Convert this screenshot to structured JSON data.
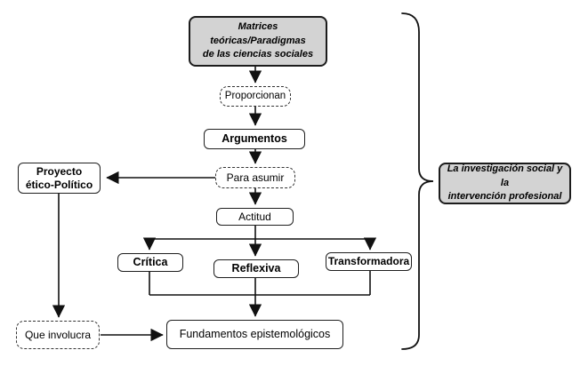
{
  "diagram": {
    "colors": {
      "node_fill": "#ffffff",
      "gray_fill": "#d3d3d3",
      "border": "#1f1f1f",
      "text": "#000000"
    },
    "nodes": {
      "matrices": {
        "line1": "Matrices teóricas/Paradigmas",
        "line2": "de las ciencias sociales"
      },
      "proporcionan": {
        "label": "Proporcionan"
      },
      "argumentos": {
        "label": "Argumentos"
      },
      "para_asumir": {
        "label": "Para asumir"
      },
      "proyecto": {
        "line1": "Proyecto",
        "line2": "ético-Político"
      },
      "actitud": {
        "label": "Actitud"
      },
      "critica": {
        "label": "Crítica"
      },
      "reflexiva": {
        "label": "Reflexiva"
      },
      "transformadora": {
        "label": "Transformadora"
      },
      "que_involucra": {
        "label": "Que involucra"
      },
      "fundamentos": {
        "label": "Fundamentos epistemológicos"
      },
      "investigacion": {
        "line1": "La investigación social y la",
        "line2": "intervención profesional"
      }
    }
  }
}
